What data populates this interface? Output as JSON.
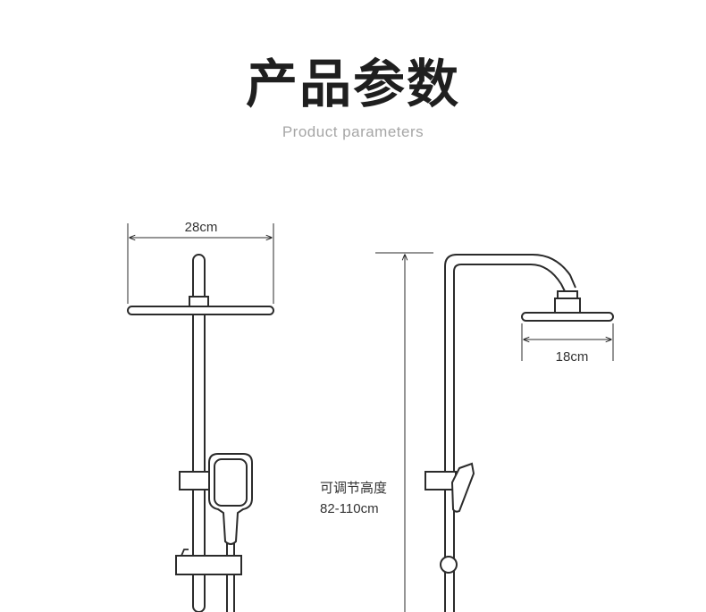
{
  "header": {
    "title": "产品参数",
    "subtitle": "Product parameters"
  },
  "dimensions": {
    "overhead_width": "28cm",
    "head_diameter": "18cm",
    "height_label": "可调节高度",
    "height_range": "82-110cm"
  },
  "colors": {
    "line": "#2b2b2b",
    "title": "#1f1f1f",
    "subtitle": "#a6a6a6"
  }
}
